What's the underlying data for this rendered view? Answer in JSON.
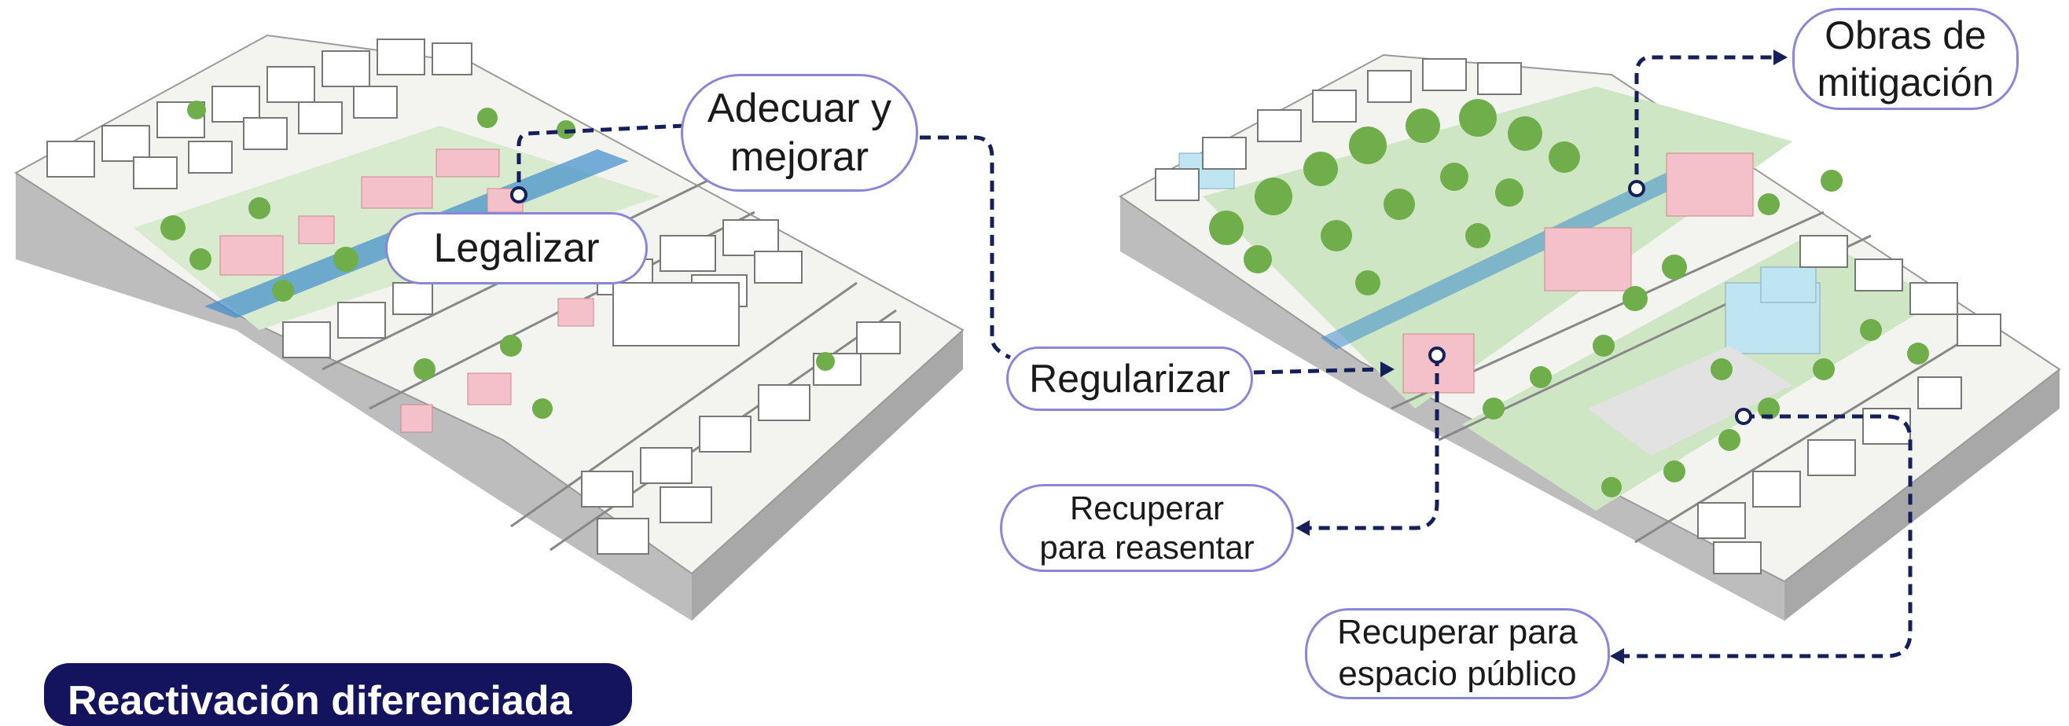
{
  "labels": {
    "legalizar": "Legalizar",
    "adecuar": "Adecuar y\nmejorar",
    "regularizar": "Regularizar",
    "obras": "Obras de\nmitigación",
    "recuperar_reasentar": "Recuperar\npara reasentar",
    "recuperar_espacio": "Recuperar para\nespacio público"
  },
  "banner": "Reactivación diferenciada",
  "colors": {
    "connector": "#15205a",
    "label_border": "#8c86d8",
    "pink_buildings": "#f4c1cb",
    "blue_buildings": "#bfe4f2",
    "green_areas": "#cfe6c4",
    "trees": "#6fae4b",
    "banner_bg": "#14135e"
  }
}
